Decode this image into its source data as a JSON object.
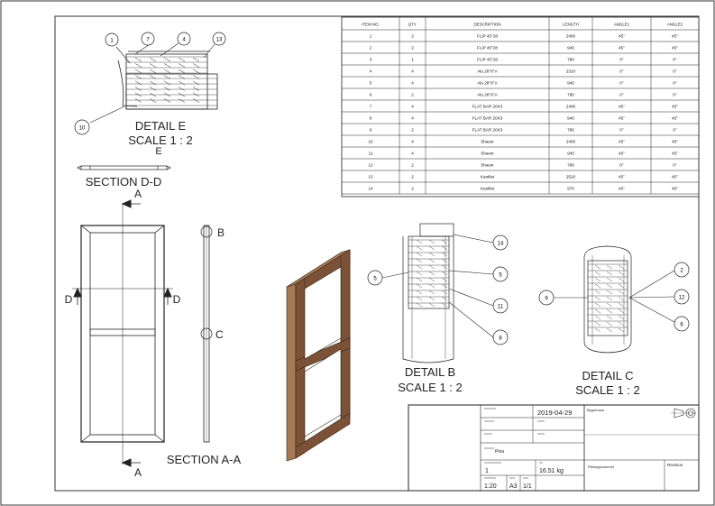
{
  "bom": {
    "headers": [
      "ITEM NO.",
      "QTY.",
      "DESCRIPTION",
      "LENGTH",
      "ANGLE1",
      "ANGLE2"
    ],
    "rows": [
      [
        "1",
        "2",
        "FLIP 45°28",
        "2400",
        "45°",
        "45°"
      ],
      [
        "2",
        "2",
        "FLIP 45°28",
        "940",
        "45°",
        "45°"
      ],
      [
        "3",
        "1",
        "FLIP 45°28",
        "780",
        "0°",
        "0°"
      ],
      [
        "4",
        "4",
        "Alu 28°8°A",
        "2310",
        "0°",
        "0°"
      ],
      [
        "5",
        "4",
        "Alu 28°8°A",
        "940",
        "0°",
        "0°"
      ],
      [
        "6",
        "2",
        "Alu 28°8°A",
        "780",
        "0°",
        "0°"
      ],
      [
        "7",
        "4",
        "FLAT BAR 20X3",
        "2400",
        "45°",
        "45°"
      ],
      [
        "8",
        "4",
        "FLAT BAR 20X3",
        "940",
        "45°",
        "45°"
      ],
      [
        "9",
        "2",
        "FLAT BAR 20X3",
        "780",
        "0°",
        "0°"
      ],
      [
        "10",
        "4",
        "Shaver",
        "2400",
        "45°",
        "45°"
      ],
      [
        "11",
        "4",
        "Shaver",
        "940",
        "45°",
        "45°"
      ],
      [
        "12",
        "2",
        "Shaver",
        "780",
        "0°",
        "0°"
      ],
      [
        "13",
        "2",
        "Kantlist",
        "2520",
        "45°",
        "45°"
      ],
      [
        "14",
        "2",
        "Kantlist",
        "970",
        "45°",
        "45°"
      ]
    ]
  },
  "views": {
    "detail_e": {
      "title": "DETAIL E",
      "scale": "SCALE 1 : 2"
    },
    "section_e_marker": "E",
    "section_dd": {
      "title": "SECTION D-D"
    },
    "section_aa": {
      "title": "SECTION A-A"
    },
    "detail_b": {
      "title": "DETAIL B",
      "scale": "SCALE 1 : 2"
    },
    "detail_c": {
      "title": "DETAIL C",
      "scale": "SCALE 1 : 2"
    },
    "cut_a": "A",
    "cut_d": "D",
    "detail_marker_b": "B",
    "detail_marker_c": "C"
  },
  "balloons": {
    "detail_e": [
      "1",
      "7",
      "4",
      "13",
      "10"
    ],
    "detail_b": [
      "5",
      "14",
      "5",
      "11",
      "8"
    ],
    "detail_c": [
      "9",
      "2",
      "12",
      "6"
    ]
  },
  "title_block": {
    "date": "2019-04-29",
    "company": "Bygnmanu",
    "part_name": "Pina",
    "sheet_label": "1",
    "weight": "16.51 kg",
    "scale": "1:20",
    "size": "A3",
    "sheet": "1/1",
    "drawing_number_label": "Ritningsnummer",
    "revision_label": "Revision"
  },
  "colors": {
    "frame_wood": "#7b5237",
    "frame_wood_dark": "#4a2f1e",
    "frame_wood_light": "#a67a55",
    "line": "#222222"
  }
}
